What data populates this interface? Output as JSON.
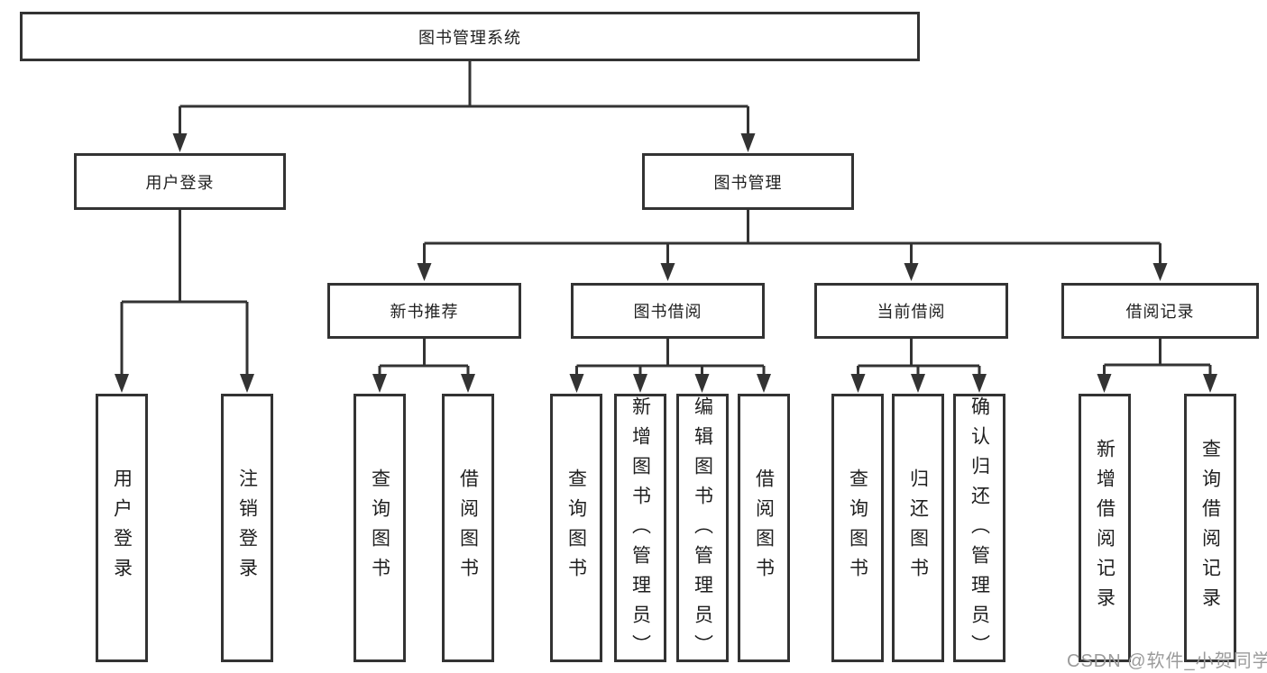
{
  "diagram_title": "图书管理系统",
  "tree": {
    "label": "图书管理系统",
    "children": [
      {
        "label": "用户登录",
        "children": [
          {
            "label": "用户登录"
          },
          {
            "label": "注销登录"
          }
        ]
      },
      {
        "label": "图书管理",
        "children": [
          {
            "label": "新书推荐",
            "children": [
              {
                "label": "查询图书"
              },
              {
                "label": "借阅图书"
              }
            ]
          },
          {
            "label": "图书借阅",
            "children": [
              {
                "label": "查询图书"
              },
              {
                "label": "新增图书（管理员）"
              },
              {
                "label": "编辑图书（管理员）"
              },
              {
                "label": "借阅图书"
              }
            ]
          },
          {
            "label": "当前借阅",
            "children": [
              {
                "label": "查询图书"
              },
              {
                "label": "归还图书"
              },
              {
                "label": "确认归还（管理员）"
              }
            ]
          },
          {
            "label": "借阅记录",
            "children": [
              {
                "label": "新增借阅记录"
              },
              {
                "label": "查询借阅记录"
              }
            ]
          }
        ]
      }
    ]
  },
  "watermark": "CSDN @软件_小贺同学",
  "colors": {
    "line": "#333333",
    "box_border": "#333333",
    "box_fill": "#ffffff",
    "text": "#1f1f1f",
    "watermark": "#9b9b9b",
    "background": "#ffffff"
  }
}
